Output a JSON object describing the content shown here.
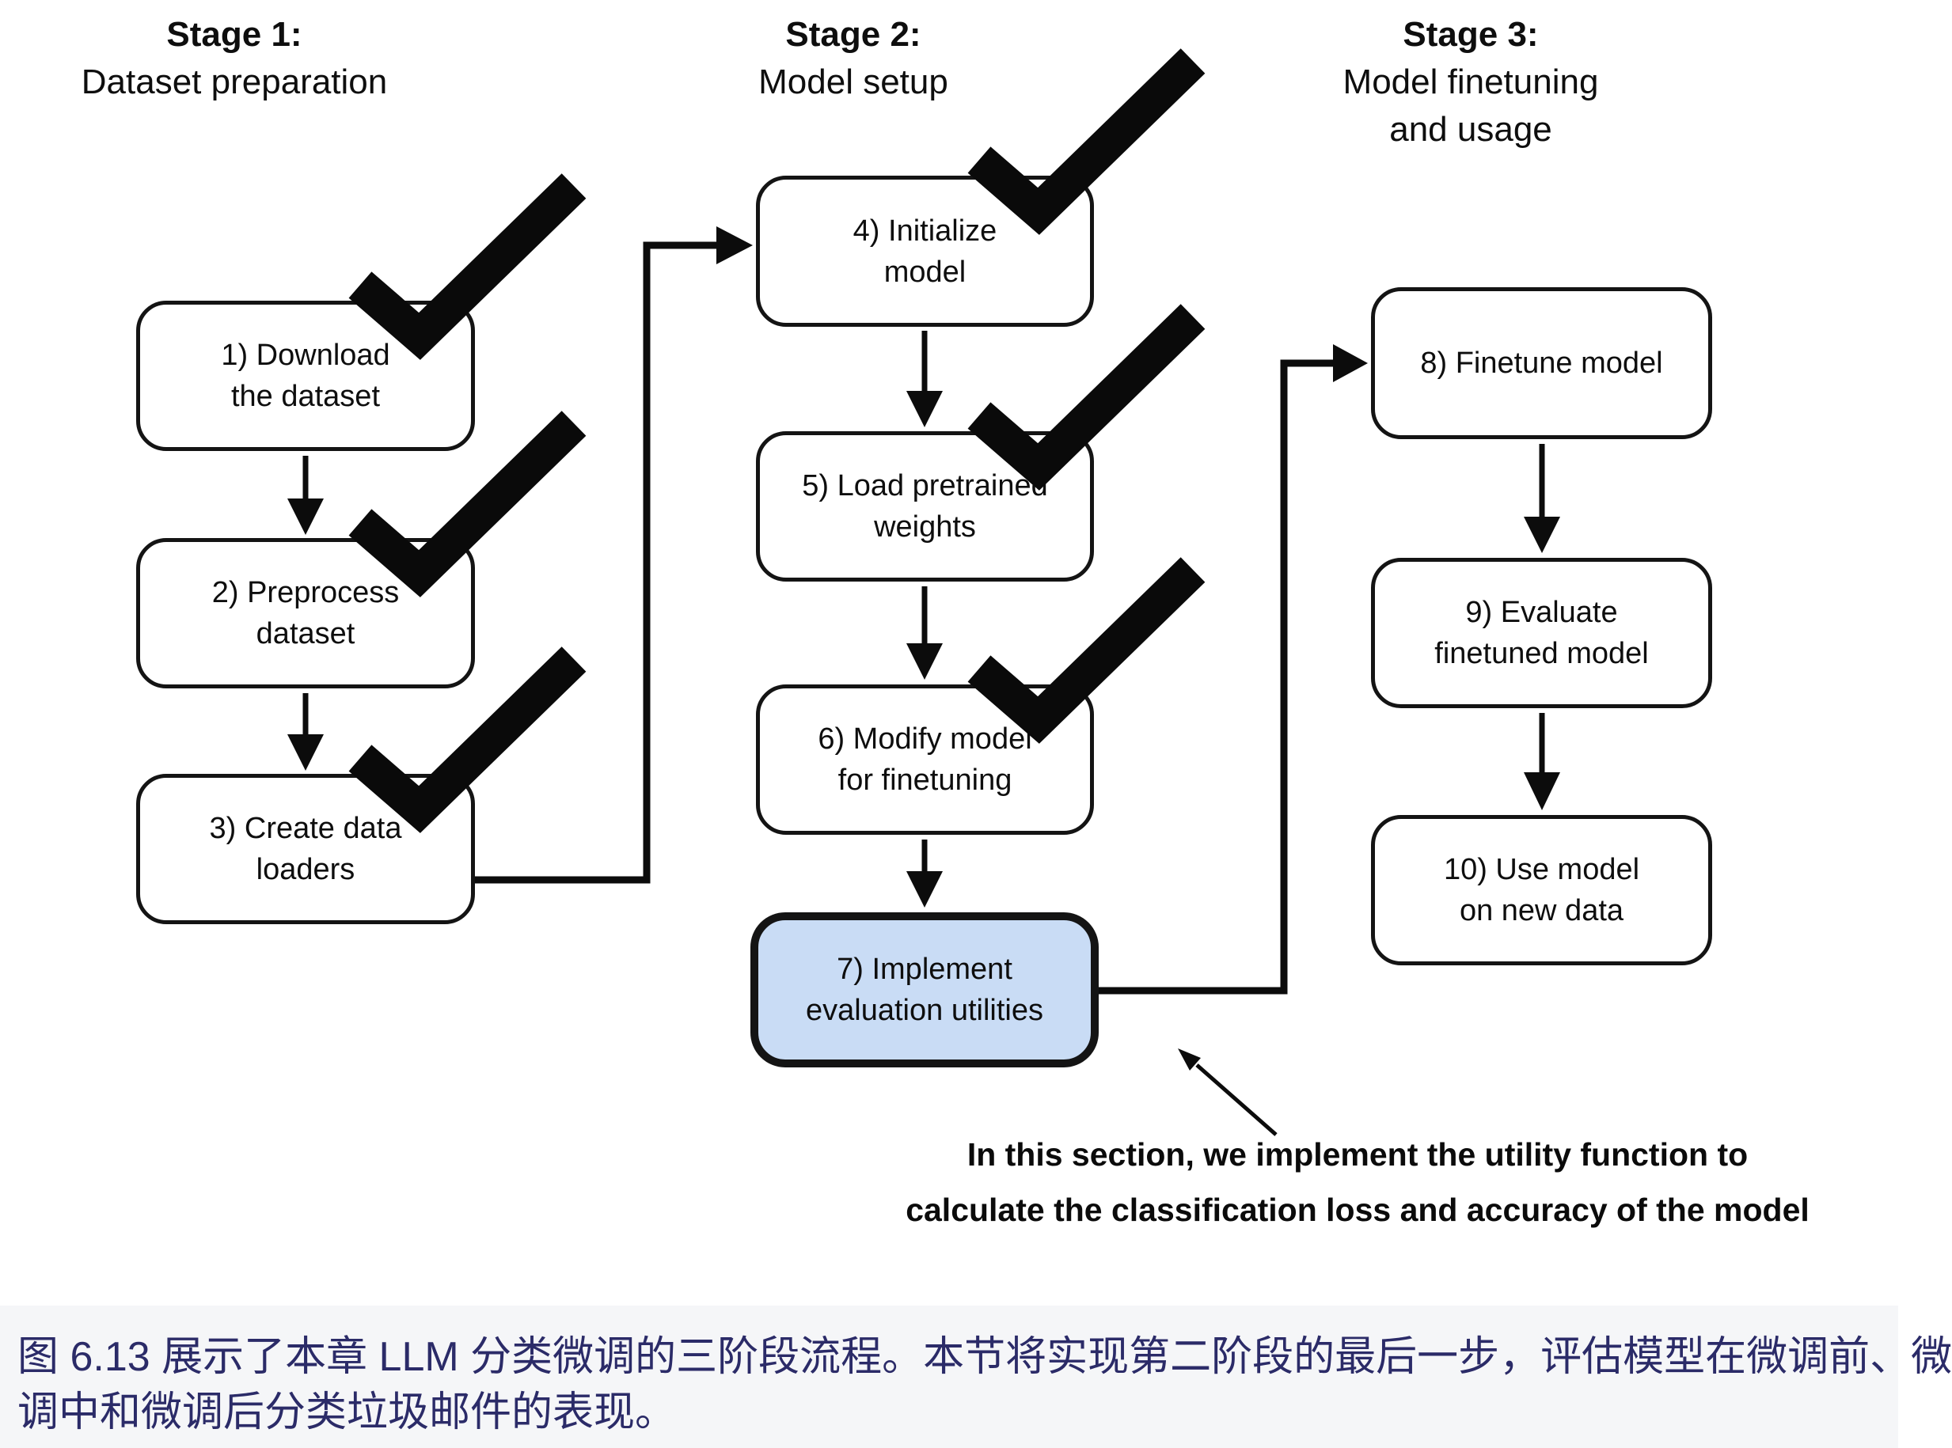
{
  "stages": [
    {
      "label": "Stage 1:",
      "subtitle_lines": [
        "Dataset preparation"
      ]
    },
    {
      "label": "Stage 2:",
      "subtitle_lines": [
        "Model setup"
      ]
    },
    {
      "label": "Stage 3:",
      "subtitle_lines": [
        "Model finetuning",
        "and usage"
      ]
    }
  ],
  "boxes": [
    {
      "lines": [
        "1) Download",
        "the dataset"
      ],
      "checked": true,
      "highlighted": false
    },
    {
      "lines": [
        "2) Preprocess",
        "dataset"
      ],
      "checked": true,
      "highlighted": false
    },
    {
      "lines": [
        "3) Create data",
        "loaders"
      ],
      "checked": true,
      "highlighted": false
    },
    {
      "lines": [
        "4) Initialize",
        "model"
      ],
      "checked": true,
      "highlighted": false
    },
    {
      "lines": [
        "5) Load pretrained",
        "weights"
      ],
      "checked": true,
      "highlighted": false
    },
    {
      "lines": [
        "6) Modify model",
        "for finetuning"
      ],
      "checked": true,
      "highlighted": false
    },
    {
      "lines": [
        "7) Implement",
        "evaluation utilities"
      ],
      "checked": false,
      "highlighted": true
    },
    {
      "lines": [
        "8) Finetune model"
      ],
      "checked": false,
      "highlighted": false
    },
    {
      "lines": [
        "9) Evaluate",
        "finetuned model"
      ],
      "checked": false,
      "highlighted": false
    },
    {
      "lines": [
        "10) Use model",
        "on new data"
      ],
      "checked": false,
      "highlighted": false
    }
  ],
  "annotation": {
    "lines": [
      "In this section, we implement the utility function to",
      "calculate the classification loss and accuracy of the model"
    ]
  },
  "caption": {
    "lines": [
      "图 6.13 展示了本章 LLM 分类微调的三阶段流程。本节将实现第二阶段的最后一步，评估模型在微调前、微",
      "调中和微调后分类垃圾邮件的表现。"
    ]
  },
  "colors": {
    "highlight_fill": "#c9dcf5",
    "caption_text": "#2b2b68",
    "ink": "#0c0c0c"
  }
}
